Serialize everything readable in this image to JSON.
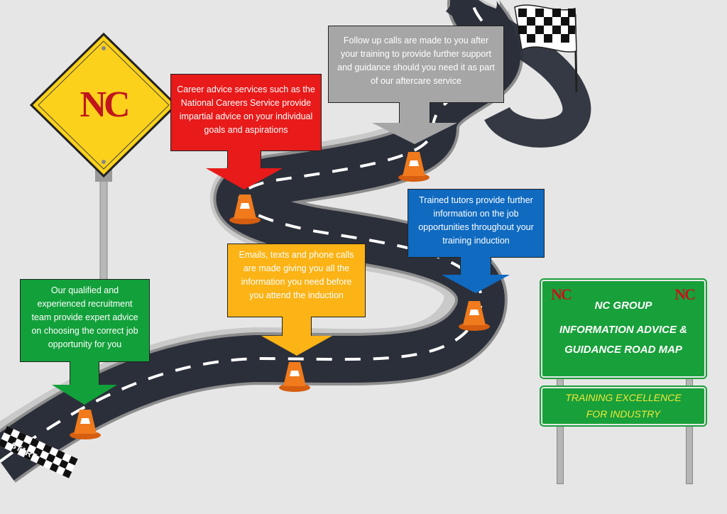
{
  "logo_text": "NC",
  "start_label": "START",
  "callouts": [
    {
      "id": "recruitment",
      "text": "Our qualified and experienced recruitment team provide expert advice on choosing the correct job opportunity for you",
      "color": "#12a03a"
    },
    {
      "id": "careers",
      "text": "Career advice services such as the National Careers Service provide impartial advice on your individual goals and aspirations",
      "color": "#e81a1a"
    },
    {
      "id": "induction",
      "text": "Emails, texts and phone calls are made giving you all the information you need before you attend the induction",
      "color": "#fbb315"
    },
    {
      "id": "aftercare",
      "text": "Follow up calls are made to you after your training to provide further support and guidance should you need it as part of our aftercare service",
      "color": "#a6a6a6"
    },
    {
      "id": "tutors",
      "text": "Trained tutors provide further information on the job opportunities throughout your training induction",
      "color": "#0f6ac0"
    }
  ],
  "road_sign": {
    "title": "NC GROUP",
    "subtitle_line1": "INFORMATION ADVICE &",
    "subtitle_line2": "GUIDANCE ROAD MAP",
    "tagline_line1": "TRAINING EXCELLENCE",
    "tagline_line2": "FOR INDUSTRY",
    "text_color": "#ffffff",
    "tagline_color": "#f0e83a"
  },
  "colors": {
    "road": "#2b2f3a",
    "road_edge": "#8d8d8d",
    "sign_yellow": "#fbd11b",
    "cone": "#f07a1c"
  }
}
